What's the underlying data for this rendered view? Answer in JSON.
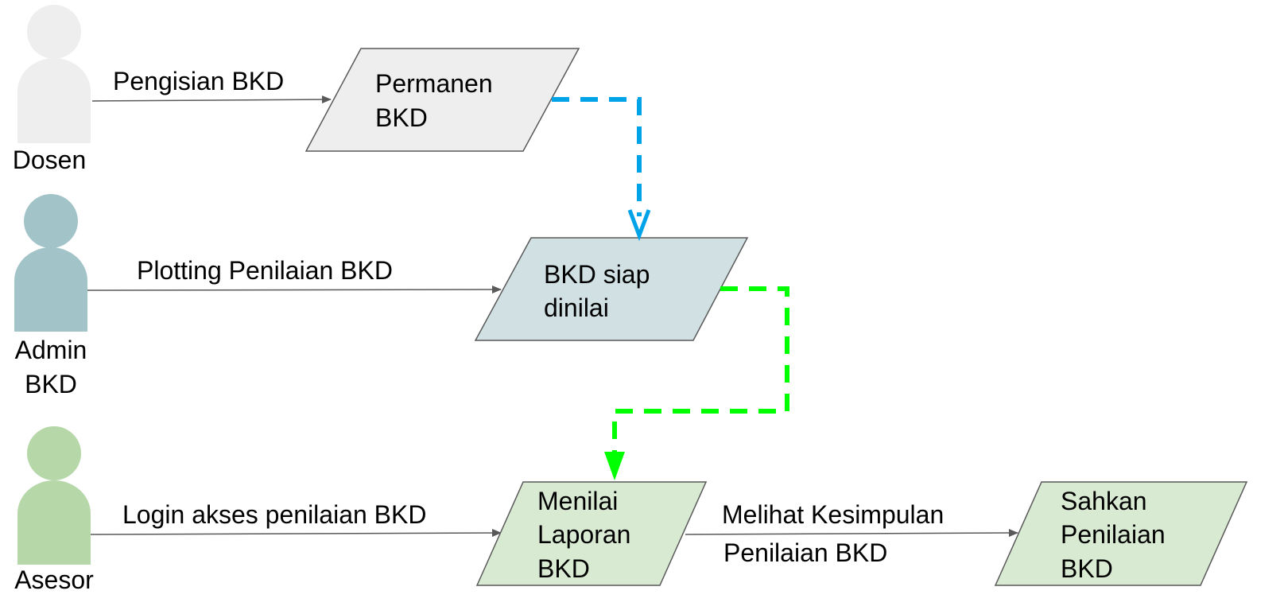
{
  "actors": {
    "dosen": {
      "label": "Dosen",
      "color": "#eeeeee"
    },
    "admin": {
      "line1": "Admin",
      "line2": "BKD",
      "color": "#a2c4c9"
    },
    "asesor": {
      "label": "Asesor",
      "color": "#b6d7a8"
    }
  },
  "edges": {
    "pengisian": "Pengisian BKD",
    "plotting": "Plotting Penilaian BKD",
    "login": "Login akses penilaian BKD",
    "melihat_line1": "Melihat Kesimpulan",
    "melihat_line2": "Penilaian BKD"
  },
  "nodes": {
    "permanen": {
      "line1": "Permanen",
      "line2": "BKD",
      "fill": "#eeeeee"
    },
    "siap": {
      "line1": "BKD siap",
      "line2": "dinilai",
      "fill": "#d0e0e3"
    },
    "menilai": {
      "line1": "Menilai",
      "line2": "Laporan",
      "line3": "BKD",
      "fill": "#d9ead3"
    },
    "sahkan": {
      "line1": "Sahkan",
      "line2": "Penilaian",
      "line3": "BKD",
      "fill": "#d9ead3"
    }
  },
  "connector_colors": {
    "blue": "#00a2e8",
    "green": "#00ff00",
    "line": "#595959"
  }
}
